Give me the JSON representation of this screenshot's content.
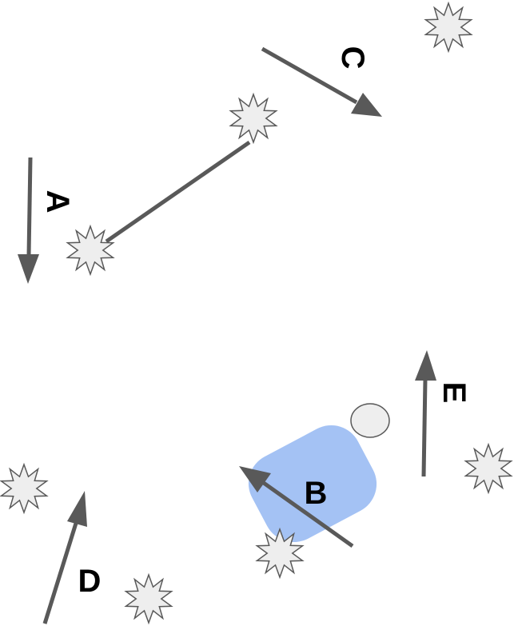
{
  "labels": {
    "a": "A",
    "b": "B",
    "c": "C",
    "d": "D",
    "e": "E"
  },
  "icons": {
    "burst": "starburst-icon",
    "ellipse": "ellipse-icon",
    "rounded_rect": "rounded-rectangle"
  },
  "colors": {
    "arrow": "#595959",
    "burst_fill": "#eeeeee",
    "burst_stroke": "#595959",
    "blue_shape": "#a4c2f4",
    "ellipse_fill": "#eeeeee",
    "label": "#000000"
  }
}
